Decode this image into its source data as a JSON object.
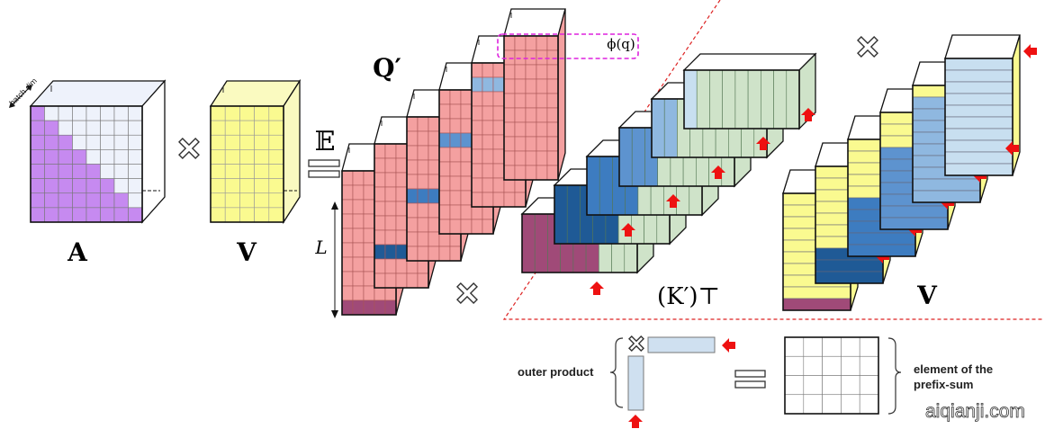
{
  "labels": {
    "batch_dim": "batch dim",
    "A": "A",
    "V_left": "V",
    "expectation": "𝔼",
    "Q_prime": "Q′",
    "phi_q": "ϕ(q)",
    "L": "L",
    "K_prime_T": "(K′)⊤",
    "V_right": "V",
    "outer_product": "outer product",
    "element_line1": "element of the",
    "element_line2": "prefix-sum",
    "watermark": "aiqianji.com"
  },
  "colors": {
    "purple_mask": "#c68af0",
    "mask_light": "#eef2fb",
    "yellow": "#fafa90",
    "red_cells": "#f4a0a0",
    "green_cells": "#cfe3c9",
    "red_arrow": "#ee1111",
    "dashed_border": "#dd2222",
    "highlight_rows": [
      "#a04a78",
      "#1f5a96",
      "#3d7cc0",
      "#5d93cf",
      "#8fb8e0",
      "#c8dff0"
    ],
    "phi_box": "#dd22dd"
  }
}
